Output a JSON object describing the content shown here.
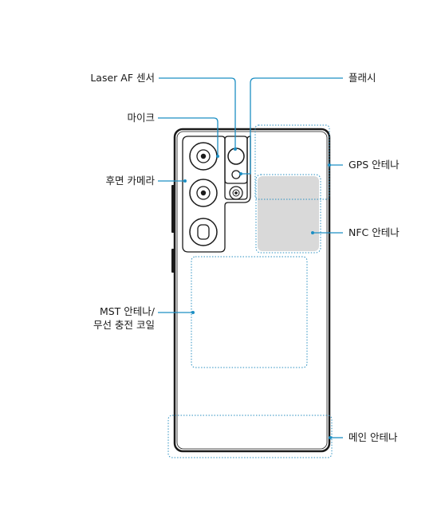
{
  "labels": {
    "laser_af": "Laser AF 센서",
    "mic": "마이크",
    "rear_camera": "후면 카메라",
    "mst_line1": "MST 안테나/",
    "mst_line2": "무선 충전 코일",
    "flash": "플래시",
    "gps": "GPS 안테나",
    "nfc": "NFC 안테나",
    "main_antenna": "메인 안테나"
  },
  "colors": {
    "leader_line": "#1c8fc4",
    "dotted_outline": "#2a8fc0",
    "phone_outline": "#1a1a1a",
    "nfc_fill": "#d9d9d9",
    "text": "#1a1a1a"
  }
}
